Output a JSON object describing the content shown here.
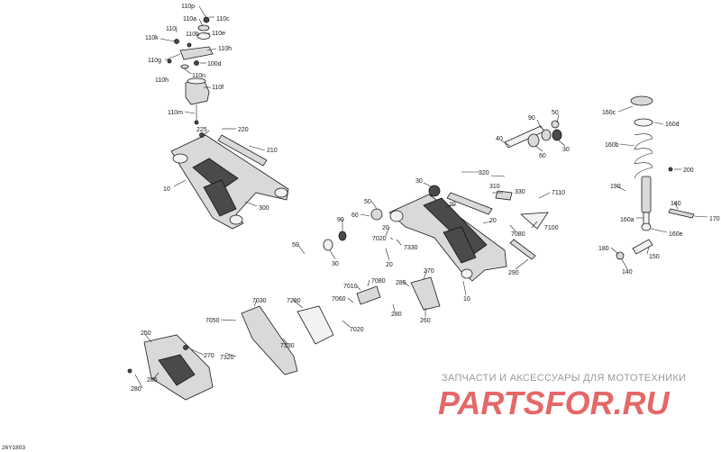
{
  "diagram_code": "26Y1803",
  "watermark": {
    "tagline": "ЗАПЧАСТИ И АКСЕССУАРЫ ДЛЯ МОТОТЕХНИКИ",
    "logo": "PARTSFOR.RU"
  },
  "labels": [
    {
      "text": "110p"
    },
    {
      "text": "110a"
    },
    {
      "text": "110c"
    },
    {
      "text": "110j"
    },
    {
      "text": "110k"
    },
    {
      "text": "110b"
    },
    {
      "text": "110e"
    },
    {
      "text": "110h"
    },
    {
      "text": "110g"
    },
    {
      "text": "100d"
    },
    {
      "text": "110n"
    },
    {
      "text": "110h"
    },
    {
      "text": "110f"
    },
    {
      "text": "110m"
    },
    {
      "text": "225"
    },
    {
      "text": "220"
    },
    {
      "text": "210"
    },
    {
      "text": "10"
    },
    {
      "text": "300"
    },
    {
      "text": "40"
    },
    {
      "text": "90"
    },
    {
      "text": "50"
    },
    {
      "text": "60"
    },
    {
      "text": "30"
    },
    {
      "text": "320"
    },
    {
      "text": "310"
    },
    {
      "text": "330"
    },
    {
      "text": "30"
    },
    {
      "text": "20"
    },
    {
      "text": "7110"
    },
    {
      "text": "20"
    },
    {
      "text": "7100"
    },
    {
      "text": "7080"
    },
    {
      "text": "50"
    },
    {
      "text": "60"
    },
    {
      "text": "90"
    },
    {
      "text": "20"
    },
    {
      "text": "7020"
    },
    {
      "text": "7330"
    },
    {
      "text": "50"
    },
    {
      "text": "30"
    },
    {
      "text": "20"
    },
    {
      "text": "290"
    },
    {
      "text": "10"
    },
    {
      "text": "270"
    },
    {
      "text": "285"
    },
    {
      "text": "7010"
    },
    {
      "text": "7080"
    },
    {
      "text": "280"
    },
    {
      "text": "7060"
    },
    {
      "text": "260"
    },
    {
      "text": "7020"
    },
    {
      "text": "7030"
    },
    {
      "text": "7290"
    },
    {
      "text": "7050"
    },
    {
      "text": "7330"
    },
    {
      "text": "250"
    },
    {
      "text": "270"
    },
    {
      "text": "7320"
    },
    {
      "text": "285"
    },
    {
      "text": "280"
    },
    {
      "text": "160c"
    },
    {
      "text": "160d"
    },
    {
      "text": "160b"
    },
    {
      "text": "200"
    },
    {
      "text": "190"
    },
    {
      "text": "140"
    },
    {
      "text": "170"
    },
    {
      "text": "160a"
    },
    {
      "text": "160e"
    },
    {
      "text": "180"
    },
    {
      "text": "150"
    },
    {
      "text": "140"
    }
  ]
}
